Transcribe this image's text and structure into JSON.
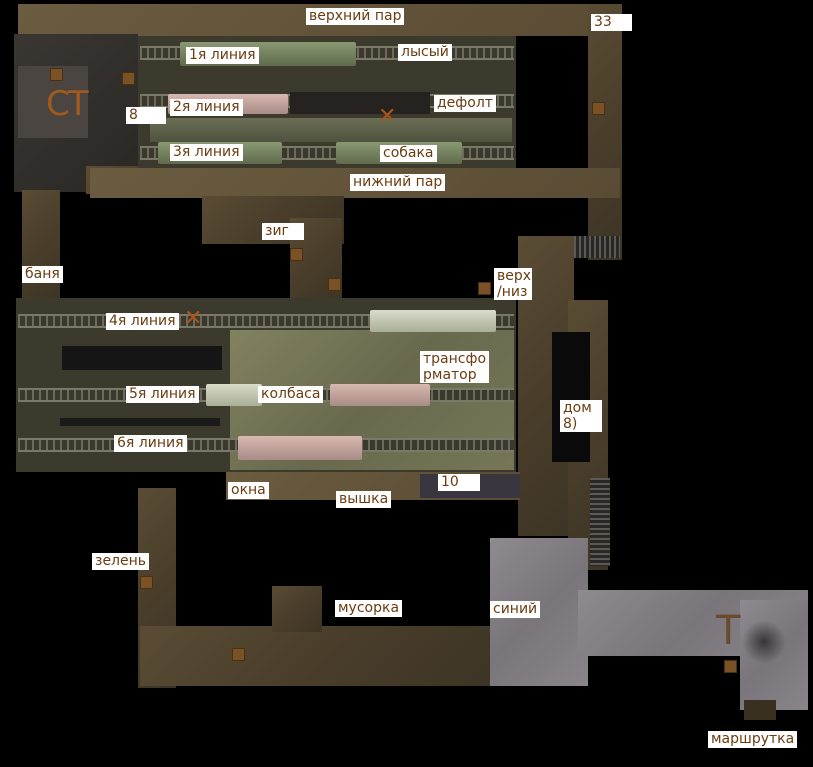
{
  "map": {
    "spawn_marker": "CT",
    "bombsite_marker": "T",
    "labels": {
      "verkhniy_par": "верхний пар",
      "n33": "33",
      "liniya1": "1я линия",
      "lysyy": "лысый",
      "n8": "8",
      "liniya2": "2я линия",
      "defolt": "дефолт",
      "liniya3": "3я линия",
      "sobaka": "собака",
      "nizhniy_par": "нижний пар",
      "zig": "зиг",
      "banya": "баня",
      "verkh_niz": "верх\n/низ",
      "liniya4": "4я линия",
      "transformator": "трансфо\nрматор",
      "liniya5": "5я линия",
      "kolbasa": "колбаса",
      "dom8": "дом\n8)",
      "liniya6": "6я линия",
      "okna": "окна",
      "vyshka": "вышка",
      "n10": "10",
      "zelen": "зелень",
      "musorka": "мусорка",
      "siniy": "синий",
      "marshrutka": "маршрутка"
    },
    "colors": {
      "label_bg": "#ffffff",
      "label_text": "#6b3c10",
      "sand": "#5a4c34",
      "concrete": "#8f8a8f",
      "void": "#000000"
    }
  }
}
